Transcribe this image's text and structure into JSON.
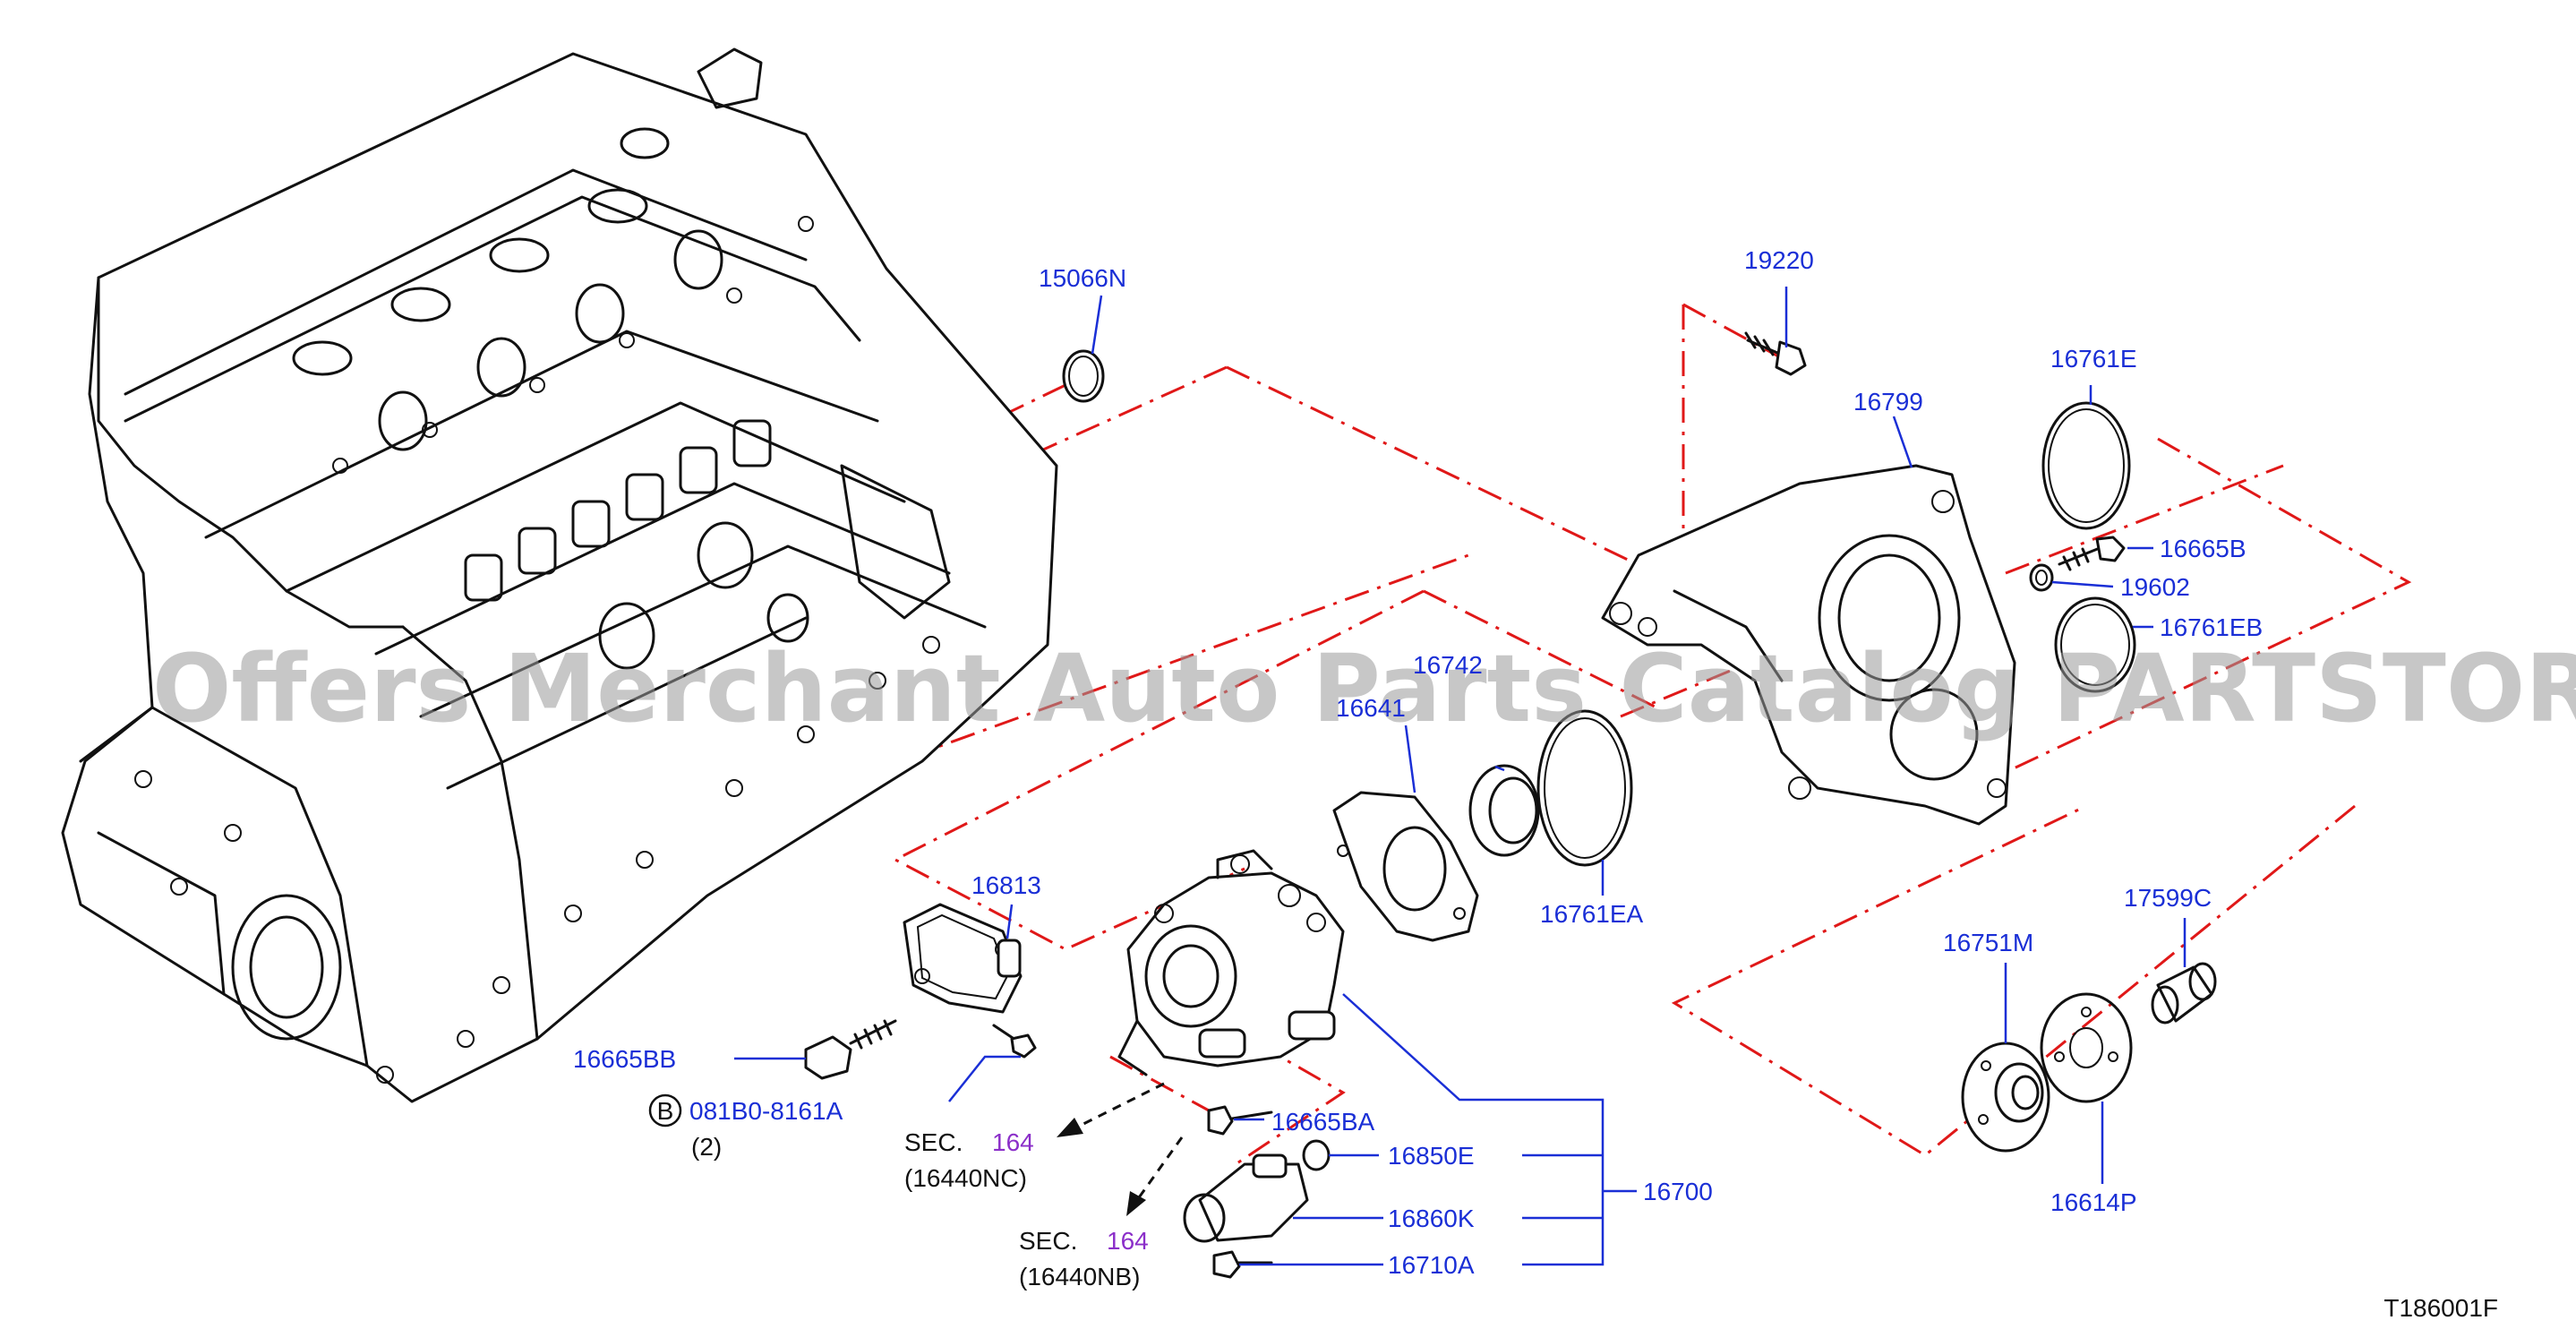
{
  "watermark": "Offers Merchant Auto Parts Catalog PARTSTORE.SA",
  "diagram_code": "T186001F",
  "bolt_note": {
    "badge": "B",
    "part_number": "081B0-8161A",
    "quantity": "(2)"
  },
  "section_refs": [
    {
      "prefix": "SEC.",
      "number": "164",
      "sub": "(16440NC)"
    },
    {
      "prefix": "SEC.",
      "number": "164",
      "sub": "(16440NB)"
    }
  ],
  "part_labels": {
    "p15066N": "15066N",
    "p19220": "19220",
    "p16761E": "16761E",
    "p16799": "16799",
    "p16665B": "16665B",
    "p19602": "19602",
    "p16761EB": "16761EB",
    "p16742": "16742",
    "p16641": "16641",
    "p16761EA": "16761EA",
    "p16813": "16813",
    "p16665BB": "16665BB",
    "p16665BA": "16665BA",
    "p16850E": "16850E",
    "p16860K": "16860K",
    "p16710A": "16710A",
    "p16700": "16700",
    "p17599C": "17599C",
    "p16751M": "16751M",
    "p16614P": "16614P"
  }
}
